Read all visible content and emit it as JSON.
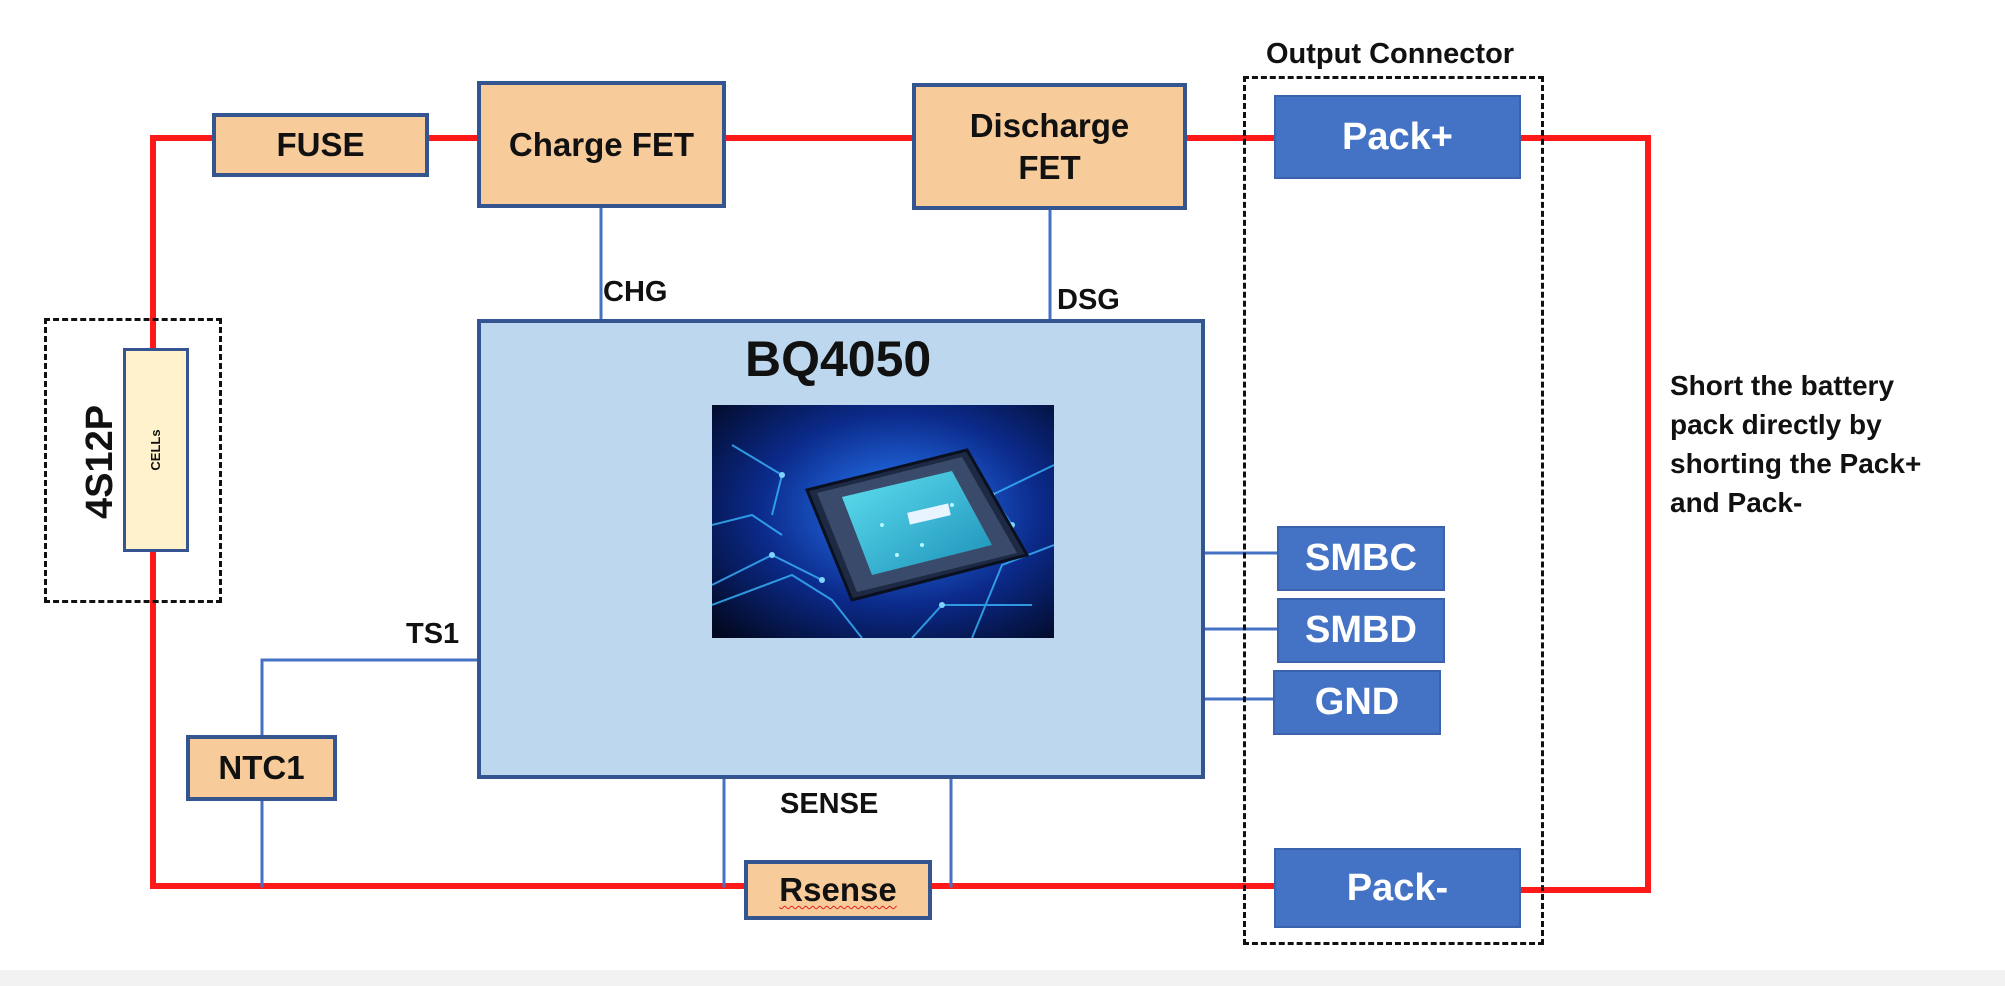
{
  "colors": {
    "power_line": "#ff1a1a",
    "signal_line": "#4472c4",
    "component_fill": "#f8cb9a",
    "component_border": "#34558f",
    "pin_fill": "#4472c4",
    "ic_fill": "#bdd7ee",
    "cell_fill": "#fff2cc"
  },
  "components": {
    "fuse": "FUSE",
    "charge_fet": "Charge FET",
    "discharge_fet_line1": "Discharge",
    "discharge_fet_line2": "FET",
    "ntc": "NTC1",
    "rsense": "Rsense",
    "ic": "BQ4050",
    "battery": "4S12P",
    "cells": "CELLs"
  },
  "signals": {
    "chg": "CHG",
    "dsg": "DSG",
    "ts1": "TS1",
    "sense": "SENSE"
  },
  "connector": {
    "title": "Output Connector",
    "pins": {
      "pack_plus": "Pack+",
      "smbc": "SMBC",
      "smbd": "SMBD",
      "gnd": "GND",
      "pack_minus": "Pack-"
    }
  },
  "note": {
    "line1": "Short the battery",
    "line2": "pack directly by",
    "line3": "shorting the Pack+",
    "line4": "and Pack-"
  },
  "icons": {
    "chip_image": "processor-chip-image"
  }
}
